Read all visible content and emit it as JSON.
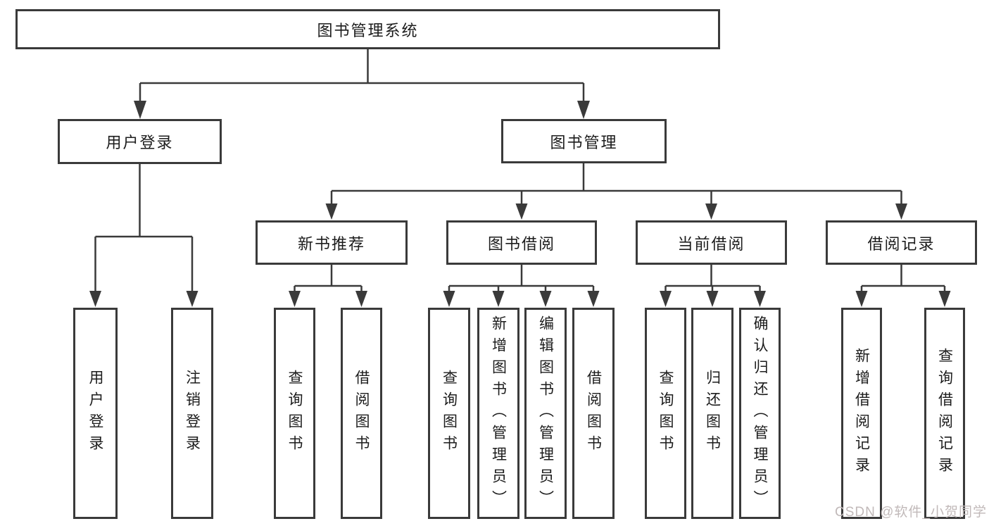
{
  "diagram": {
    "title": "图书管理系统",
    "root": {
      "label": "图书管理系统",
      "children": [
        {
          "label": "用户登录",
          "children": [
            {
              "label": "用户登录"
            },
            {
              "label": "注销登录"
            }
          ]
        },
        {
          "label": "图书管理",
          "children": [
            {
              "label": "新书推荐",
              "children": [
                {
                  "label": "查询图书"
                },
                {
                  "label": "借阅图书"
                }
              ]
            },
            {
              "label": "图书借阅",
              "children": [
                {
                  "label": "查询图书"
                },
                {
                  "label": "新增图书（管理员）"
                },
                {
                  "label": "编辑图书（管理员）"
                },
                {
                  "label": "借阅图书"
                }
              ]
            },
            {
              "label": "当前借阅",
              "children": [
                {
                  "label": "查询图书"
                },
                {
                  "label": "归还图书"
                },
                {
                  "label": "确认归还（管理员）"
                }
              ]
            },
            {
              "label": "借阅记录",
              "children": [
                {
                  "label": "新增借阅记录"
                },
                {
                  "label": "查询借阅记录"
                }
              ]
            }
          ]
        }
      ]
    },
    "watermark": {
      "text": "CSDN @软件_小贺同学"
    },
    "colors": {
      "line": "#3a3a3a",
      "box_border": "#3a3a3a",
      "box_fill": "#ffffff",
      "text": "#1c1c1c",
      "watermark": "#c1b9b9",
      "background": "#ffffff"
    }
  }
}
